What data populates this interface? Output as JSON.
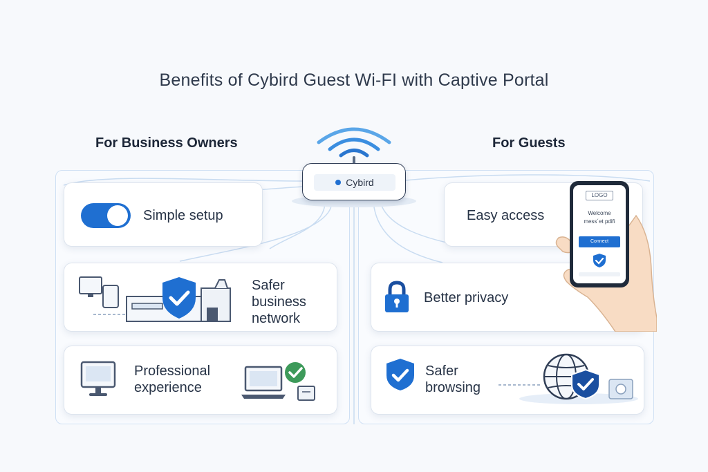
{
  "title": "Benefits of Cybird Guest Wi-FI with Captive Portal",
  "router": {
    "label": "Cybird"
  },
  "left": {
    "heading": "For Business Owners",
    "cards": [
      {
        "label": "Simple setup",
        "icon": "toggle-switch-icon"
      },
      {
        "label_lines": [
          "Safer",
          "business",
          "network"
        ],
        "icon": "shield-check-icon"
      },
      {
        "label_lines": [
          "Professional",
          "experience"
        ],
        "icon": "monitor-icon"
      }
    ]
  },
  "right": {
    "heading": "For Guests",
    "cards": [
      {
        "label": "Easy access",
        "icon": "phone-icon"
      },
      {
        "label": "Better privacy",
        "icon": "padlock-icon"
      },
      {
        "label_lines": [
          "Safer",
          "browsing"
        ],
        "icon": "globe-shield-icon"
      }
    ]
  },
  "phone": {
    "logo": "LOGO",
    "welcome": "Welcome",
    "message": "mess´et pdifi",
    "connect": "Connect"
  },
  "colors": {
    "accent": "#1f6fd1",
    "dark_accent": "#1a4fa0",
    "green": "#3d9a5a",
    "line": "#c9dcf1"
  }
}
